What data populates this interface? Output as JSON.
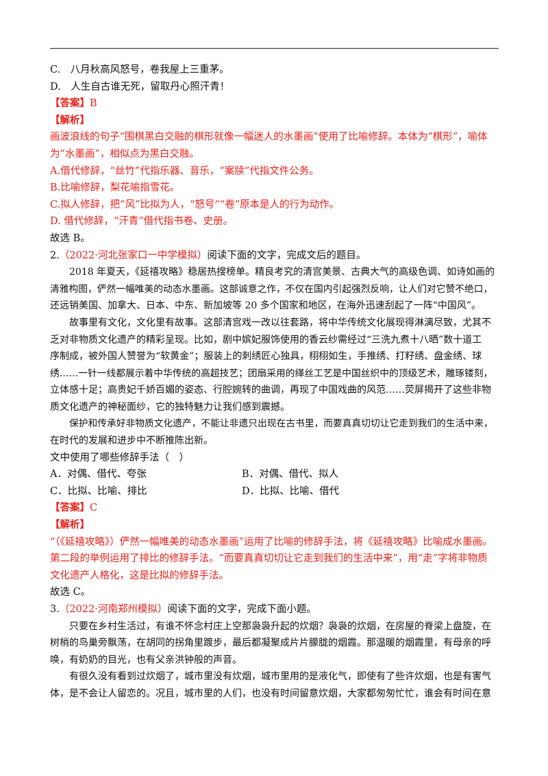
{
  "q1": {
    "option_c": "C.　八月秋高风怒号，卷我屋上三重茅。",
    "option_d": "D.　人生自古谁无死，留取丹心照汗青！",
    "answer_tag": "【答案】",
    "answer": "B",
    "analysis_tag": "【解析】",
    "analysis": [
      "画波浪线的句子“围棋黑白交融的棋形就像一幅迷人的水墨画”使用了比喻修辞。本体为“棋形”，喻体",
      "为“水墨画”，相似点为黑白交融。",
      "A.借代修辞，“丝竹”代指乐器、音乐，“案牍”代指文件公务。",
      "B.比喻修辞，梨花喻指雪花。",
      "C.拟人修辞，把“风”比拟为人，“怒号”“卷”原本是人的行为动作。",
      "D. 借代修辞，“汗青”借代指书卷、史册。"
    ],
    "conclusion": "故选 B。"
  },
  "q2": {
    "number": "2.",
    "source": "（2022·河北张家口一中学模拟）",
    "instruction": "阅读下面的文字，完成文后的题目。",
    "passage": [
      "2018 年夏天，《延禧攻略》稳居热搜榜单。精良考究的清宫美景、古典大气的高级色调、如诗如画的",
      "清雅构图，俨然一幅唯美的动态水墨画。这部诚意之作，不仅在国内引起强烈反响，让人们对它赞不绝口，",
      "还远销美国、加拿大、日本、中东、新加坡等 20 多个国家和地区，在海外迅速刮起了一阵“中国风”。",
      "故事里有文化，文化里有故事。这部清宫戏一改以往套路，将中华传统文化展现得淋漓尽致，尤其不",
      "乏对非物质文化遗产的精彩呈现。比如，剧中嫔妃服饰使用的香云纱需经过“三洗九煮十八晒”数十道工",
      "序制成，被外国人赞誉为“软黄金”；服装上的刺绣匠心独具，栩栩如生，手推绣、打籽绣、盘金绣、球",
      "绣……一针一线都展示着中华传统的高超技艺；团扇采用的缂丝工艺是中国丝织中的顶级艺术，雕琢镂刻，",
      "立体感十足；高贵妃千娇百媚的姿态、行腔婉转的曲调，再现了中国戏曲的风范……荧屏揭开了这些非物",
      "质文化遗产的神秘面纱，它的独特魅力让我们感到震撼。",
      "保护和传承好非物质文化遗产，不能让非遗只出现在古书里，而要真真切切让它走到我们的生活中来，",
      "在时代的发展和进步中不断推陈出新。"
    ],
    "question": "文中使用了哪些修辞手法（　）",
    "options": [
      "A．对偶、借代、夸张",
      "B．对偶、借代、拟人",
      "C．比拟、比喻、排比",
      "D．比拟、比喻、借代"
    ],
    "answer_tag": "【答案】",
    "answer": "C",
    "analysis_tag": "【解析】",
    "analysis": [
      "“（《延禧攻略》）俨然一幅唯美的动态水墨画”运用了比喻的修辞手法，将《延禧攻略》比喻成水墨画。",
      "第二段的举例运用了排比的修辞手法。“而要真真切切让它走到我们的生活中来”，用“走”字将非物质",
      "文化遗产人格化，这是比拟的修辞手法。"
    ],
    "conclusion": "故选 C。"
  },
  "q3": {
    "number": "3.",
    "source": "（2022·河南郑州模拟）",
    "instruction": "阅读下面的文字，完成下面小题。",
    "passage": [
      "只要在乡村生活过，有谁不怀念村庄上空那袅袅升起的炊烟？袅袅的炊烟，在房屋的脊梁上盘旋，在",
      "树梢的鸟巢旁飘荡，在胡同的拐角里踱步，最后都凝聚成片片朦胧的烟霞。那温暖的烟霞里，有母亲的呼",
      "唤，有奶奶的目光，也有父亲洪钟般的声音。",
      "有很久没有看到过炊烟了，城市里没有炊烟，城市里用的是液化气，即使有了些许炊烟，也是有害气",
      "体，是不会让人留恋的。况且，城市里的人们，也没有时间留意炊烟，大家都匆匆忙忙，谁会有时间在意"
    ]
  }
}
